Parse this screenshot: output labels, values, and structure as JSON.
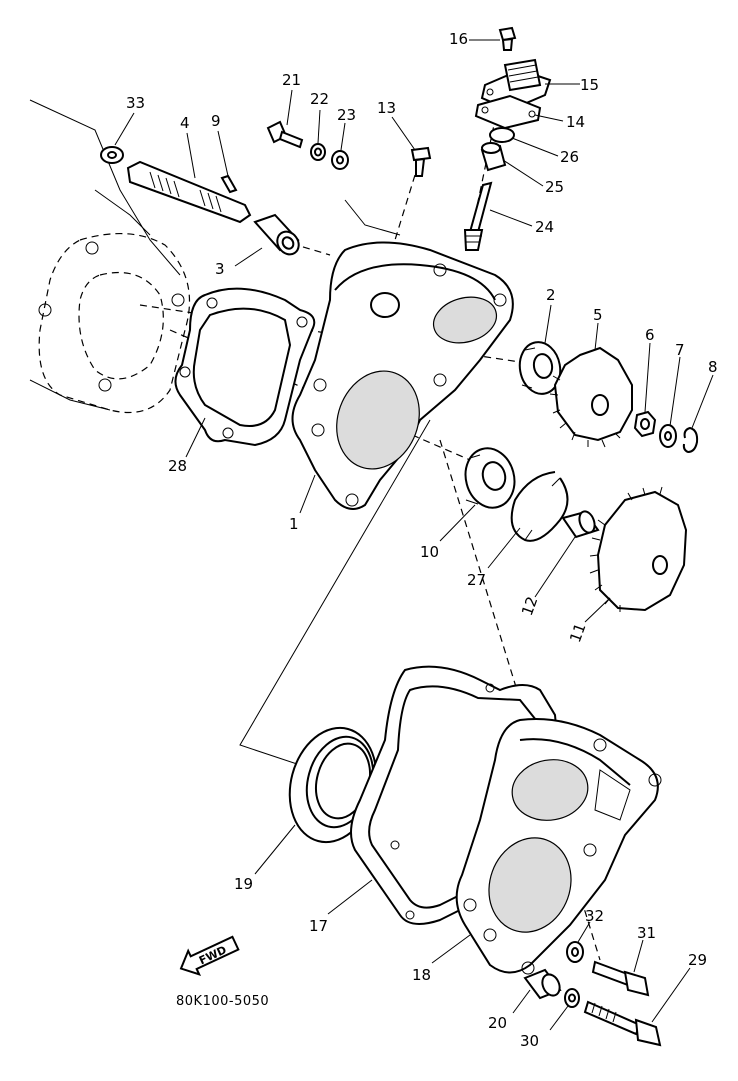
{
  "part_labels": {
    "p1": "1",
    "p2": "2",
    "p3": "3",
    "p4": "4",
    "p5": "5",
    "p6": "6",
    "p7": "7",
    "p8": "8",
    "p9": "9",
    "p10": "10",
    "p11": "11",
    "p12": "12",
    "p13": "13",
    "p14": "14",
    "p15": "15",
    "p16": "16",
    "p17": "17",
    "p18": "18",
    "p19": "19",
    "p20": "20",
    "p21": "21",
    "p22": "22",
    "p23": "23",
    "p24": "24",
    "p25": "25",
    "p26": "26",
    "p27": "27",
    "p28": "28",
    "p29": "29",
    "p30": "30",
    "p31": "31",
    "p32": "32",
    "p33": "33"
  },
  "fwd_arrow_label": "FWD",
  "diagram_code": "80K100-5050"
}
